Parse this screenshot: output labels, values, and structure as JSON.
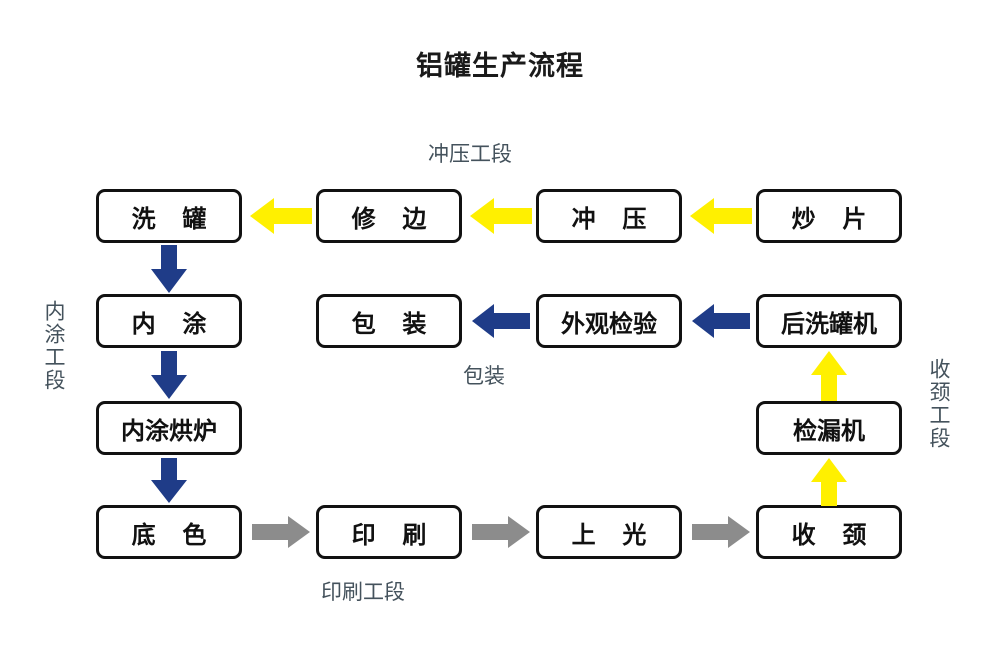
{
  "title": "铝罐生产流程",
  "colors": {
    "yellow": "#FFF000",
    "blue": "#1F3C88",
    "gray": "#8C8C8C",
    "box_border": "#111111",
    "label": "#44525c"
  },
  "section_labels": {
    "stamping": "冲压工段",
    "inner_coating": "内涂工段",
    "necking": "收颈工段",
    "packing": "包装",
    "printing": "印刷工段"
  },
  "rows": {
    "row1": [
      {
        "id": "wash-can",
        "label": "洗 罐"
      },
      {
        "id": "trim",
        "label": "修 边"
      },
      {
        "id": "stamp",
        "label": "冲 压"
      },
      {
        "id": "blank",
        "label": "炒 片"
      }
    ],
    "row2": [
      {
        "id": "inner-coat",
        "label": "内 涂"
      },
      {
        "id": "packaging",
        "label": "包 装"
      },
      {
        "id": "visual-inspect",
        "label": "外观检验"
      },
      {
        "id": "post-washer",
        "label": "后洗罐机"
      }
    ],
    "row3": [
      {
        "id": "inner-coat-oven",
        "label": "内涂烘炉"
      },
      {
        "id": "leak-tester",
        "label": "检漏机"
      }
    ],
    "row4": [
      {
        "id": "base-coat",
        "label": "底 色"
      },
      {
        "id": "print",
        "label": "印 刷"
      },
      {
        "id": "varnish",
        "label": "上 光"
      },
      {
        "id": "necking",
        "label": "收 颈"
      }
    ]
  },
  "arrows": [
    {
      "id": "blank-to-stamp",
      "color": "yellow",
      "direction": "left"
    },
    {
      "id": "stamp-to-trim",
      "color": "yellow",
      "direction": "left"
    },
    {
      "id": "trim-to-wash",
      "color": "yellow",
      "direction": "left"
    },
    {
      "id": "wash-to-inner-coat",
      "color": "blue",
      "direction": "down"
    },
    {
      "id": "inner-coat-to-oven",
      "color": "blue",
      "direction": "down"
    },
    {
      "id": "oven-to-base-coat",
      "color": "blue",
      "direction": "down"
    },
    {
      "id": "base-coat-to-print",
      "color": "gray",
      "direction": "right"
    },
    {
      "id": "print-to-varnish",
      "color": "gray",
      "direction": "right"
    },
    {
      "id": "varnish-to-necking",
      "color": "gray",
      "direction": "right"
    },
    {
      "id": "necking-to-leak-tester",
      "color": "yellow",
      "direction": "up"
    },
    {
      "id": "leak-tester-to-post-washer",
      "color": "yellow",
      "direction": "up"
    },
    {
      "id": "post-washer-to-visual-inspect",
      "color": "blue",
      "direction": "left"
    },
    {
      "id": "visual-inspect-to-packaging",
      "color": "blue",
      "direction": "left"
    }
  ]
}
